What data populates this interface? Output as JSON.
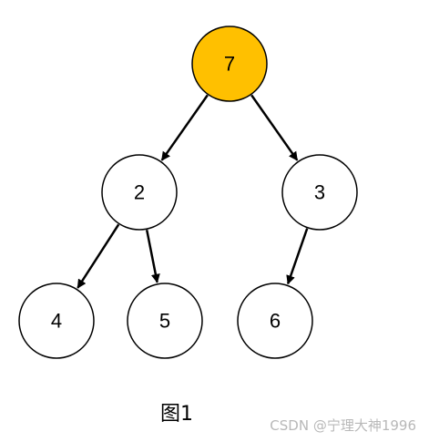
{
  "tree": {
    "nodes": [
      {
        "id": "n7",
        "label": "7",
        "highlighted": true
      },
      {
        "id": "n2",
        "label": "2",
        "highlighted": false
      },
      {
        "id": "n3",
        "label": "3",
        "highlighted": false
      },
      {
        "id": "n4",
        "label": "4",
        "highlighted": false
      },
      {
        "id": "n5",
        "label": "5",
        "highlighted": false
      },
      {
        "id": "n6",
        "label": "6",
        "highlighted": false
      }
    ],
    "edges": [
      {
        "from": "n7",
        "to": "n2"
      },
      {
        "from": "n7",
        "to": "n3"
      },
      {
        "from": "n2",
        "to": "n4"
      },
      {
        "from": "n2",
        "to": "n5"
      },
      {
        "from": "n3",
        "to": "n6"
      }
    ]
  },
  "caption": "图1",
  "watermark": "CSDN @宁理大神1996",
  "colors": {
    "highlight_fill": "#FFC000",
    "node_fill": "#FFFFFF",
    "stroke": "#000000"
  }
}
